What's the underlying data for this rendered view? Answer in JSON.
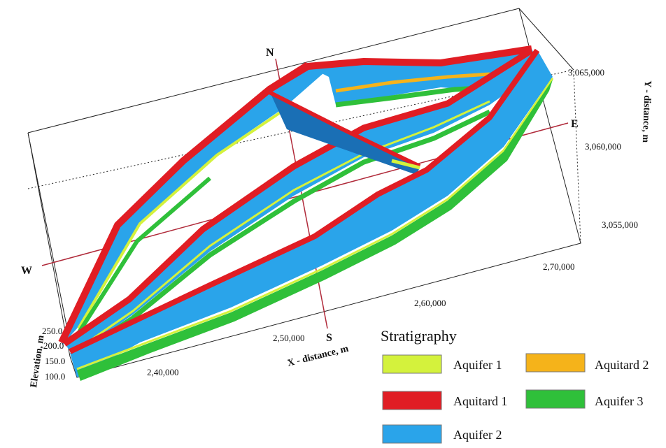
{
  "colors": {
    "aquifer_1": "#d4f23c",
    "aquitard_1": "#e01d24",
    "aquifer_2": "#2aa4ea",
    "aquitard_2": "#f5b31a",
    "aquifer_3": "#2fc03a",
    "cross_line": "#b02a3a"
  },
  "directions": {
    "north": "N",
    "south": "S",
    "east": "E",
    "west": "W"
  },
  "axes": {
    "elevation": {
      "title": "Elevation, m",
      "ticks": [
        "250.0",
        "200.0",
        "150.0",
        "100.0"
      ]
    },
    "x": {
      "title": "X - distance, m",
      "ticks": [
        "2,40,000",
        "2,50,000",
        "2,60,000",
        "2,70,000"
      ]
    },
    "y": {
      "title": "Y - distance, m",
      "ticks": [
        "3,055,000",
        "3,060,000",
        "3,065,000"
      ]
    }
  },
  "legend": {
    "title": "Stratigraphy",
    "items": [
      {
        "label": "Aquifer 1",
        "color": "#d4f23c"
      },
      {
        "label": "Aquitard 2",
        "color": "#f5b31a"
      },
      {
        "label": "Aquitard 1",
        "color": "#e01d24"
      },
      {
        "label": "Aquifer 3",
        "color": "#2fc03a"
      },
      {
        "label": "Aquifer 2",
        "color": "#2aa4ea"
      }
    ]
  }
}
